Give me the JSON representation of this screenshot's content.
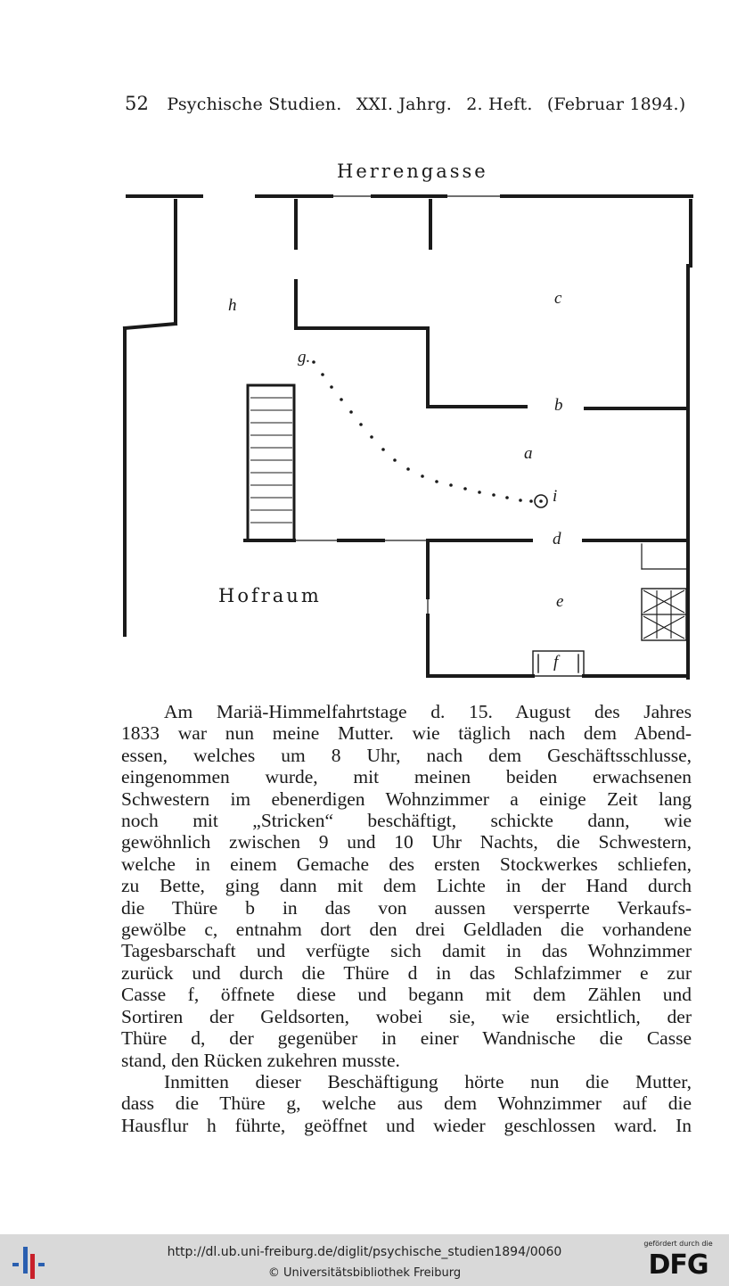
{
  "header": {
    "page_number": "52",
    "journal": "Psychische Studien.",
    "volume": "XXI. Jahrg.",
    "issue": "2. Heft.",
    "date": "(Februar 1894.)"
  },
  "plan": {
    "street_label": "Herrengasse",
    "yard_label": "Hofraum",
    "room_labels": {
      "h": "h",
      "c": "c",
      "g": "g.",
      "b": "b",
      "a": "a",
      "i": "i",
      "d": "d",
      "e": "e",
      "f": "f"
    }
  },
  "text_lines": [
    "Am Mariä-Himmelfahrtstage d. 15. August des Jahres",
    "1833 war nun meine Mutter. wie täglich nach dem Abend-",
    "essen, welches um 8 Uhr, nach dem Geschäftsschlusse,",
    "eingenommen wurde, mit meinen beiden erwachsenen",
    "Schwestern im ebenerdigen Wohnzimmer a einige Zeit lang",
    "noch mit „Stricken“ beschäftigt, schickte dann, wie",
    "gewöhnlich zwischen 9 und 10 Uhr Nachts, die Schwestern,",
    "welche in einem Gemache des ersten Stockwerkes schliefen,",
    "zu Bette, ging dann mit dem Lichte in der Hand durch",
    "die Thüre b in das von aussen versperrte Verkaufs-",
    "gewölbe c, entnahm dort den drei Geldladen die vorhandene",
    "Tagesbarschaft und verfügte sich damit in das Wohnzimmer",
    "zurück und durch die Thüre d in das Schlafzimmer e zur",
    "Casse f, öffnete diese und begann mit dem Zählen und",
    "Sortiren der Geldsorten, wobei sie, wie ersichtlich, der",
    "Thüre d, der gegenüber in einer Wandnische die Casse",
    "stand, den Rücken zukehren musste.",
    "Inmitten dieser Beschäftigung hörte nun die Mutter,",
    "dass die Thüre g, welche aus dem Wohnzimmer auf die",
    "Hausflur h führte, geöffnet und wieder geschlossen ward. In"
  ],
  "footer": {
    "url": "http://dl.ub.uni-freiburg.de/diglit/psychische_studien1894/0060",
    "copyright": "© Universitätsbibliothek Freiburg",
    "sponsor_note": "gefördert durch die",
    "sponsor_logo_text": "DFG"
  }
}
